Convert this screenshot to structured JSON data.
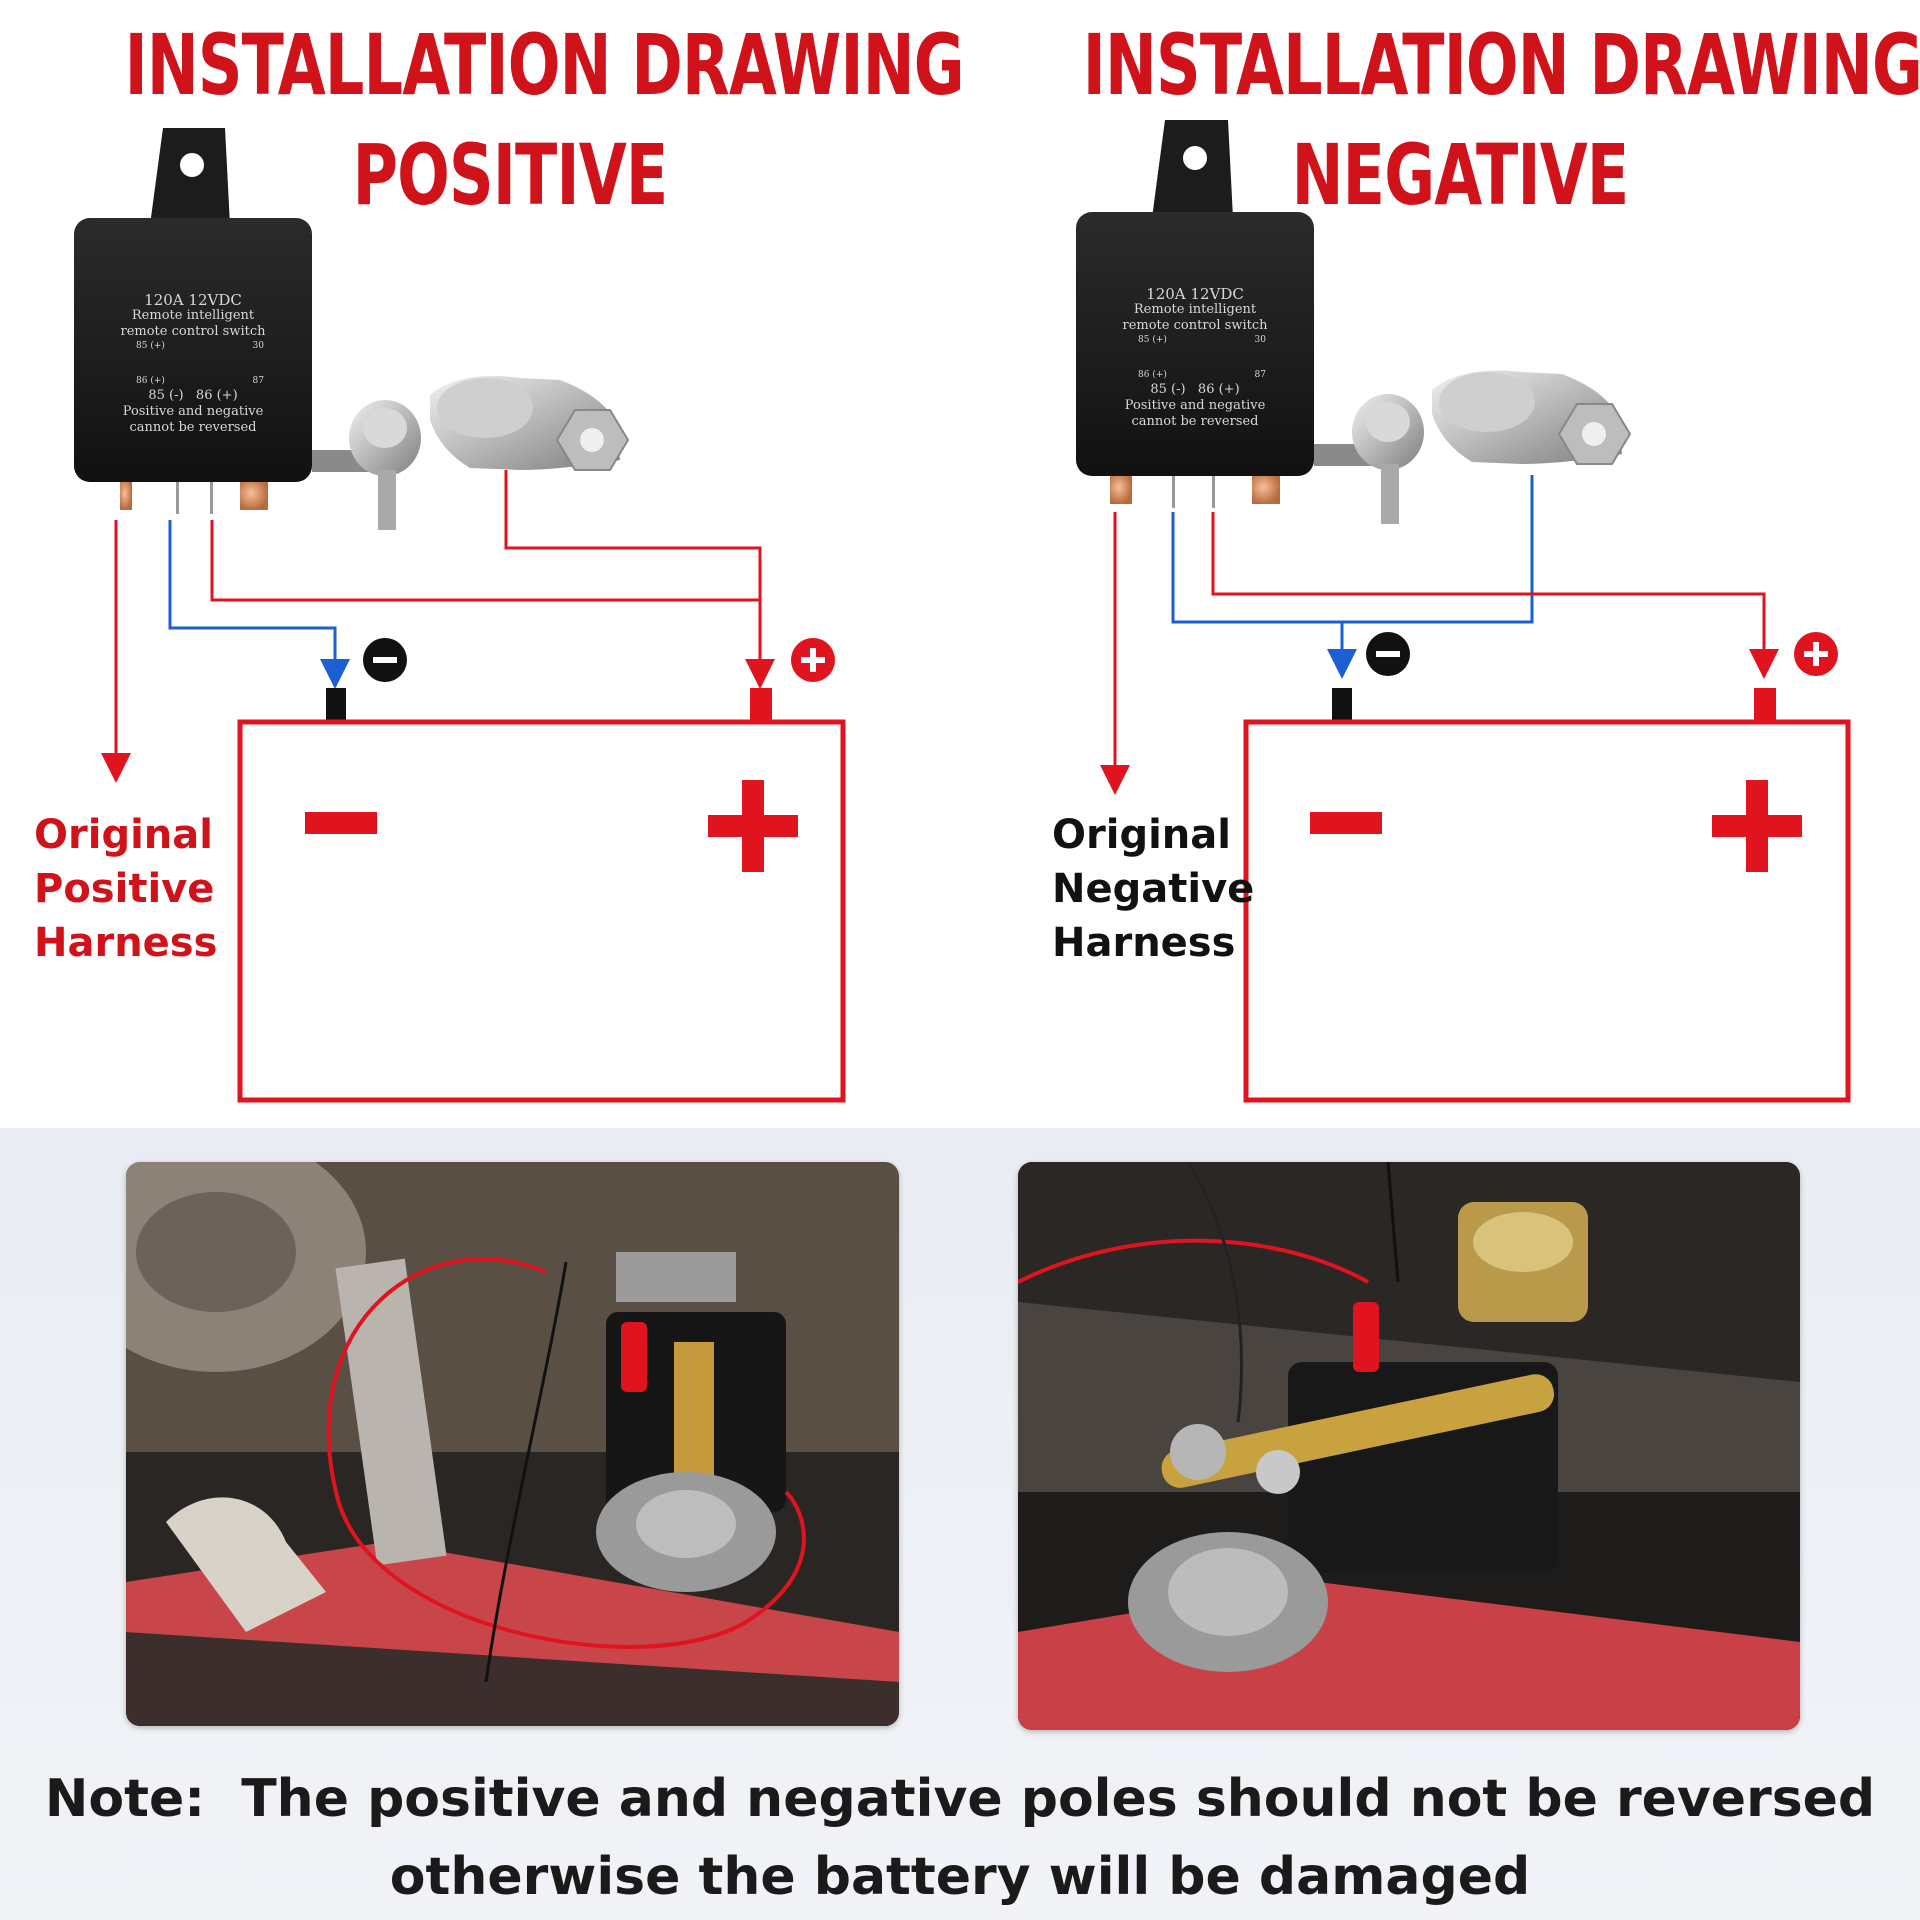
{
  "panels": [
    {
      "title_line1": "INSTALLATION DRAWING",
      "title_line2": "POSITIVE",
      "relay": {
        "lines": [
          "120A 12VDC",
          "Remote intelligent",
          "remote control switch",
          "85 (+)",
          "30",
          "86 (+)",
          "87",
          "85 (-)   86 (+)",
          "Positive and negative",
          "cannot be reversed"
        ]
      },
      "harness": [
        "Original",
        "Positive",
        "Harness"
      ],
      "harness_color": "#d0121b",
      "neg_sign": "−",
      "pos_sign": "+"
    },
    {
      "title_line1": "INSTALLATION DRAWING",
      "title_line2": "NEGATIVE",
      "relay": {
        "lines": [
          "120A 12VDC",
          "Remote intelligent",
          "remote control switch",
          "85 (+)",
          "30",
          "86 (+)",
          "87",
          "85 (-)   86 (+)",
          "Positive and negative",
          "cannot be reversed"
        ]
      },
      "harness": [
        "Original",
        "Negative",
        "Harness"
      ],
      "harness_color": "#111111",
      "neg_sign": "−",
      "pos_sign": "+"
    }
  ],
  "note": {
    "line1": "Note:  The positive and negative poles should not be reversed",
    "line2": "otherwise the battery will be damaged"
  },
  "colors": {
    "red": "#e0141e",
    "blue": "#1b5fd1",
    "black": "#111111",
    "title_red": "#d0121b"
  }
}
